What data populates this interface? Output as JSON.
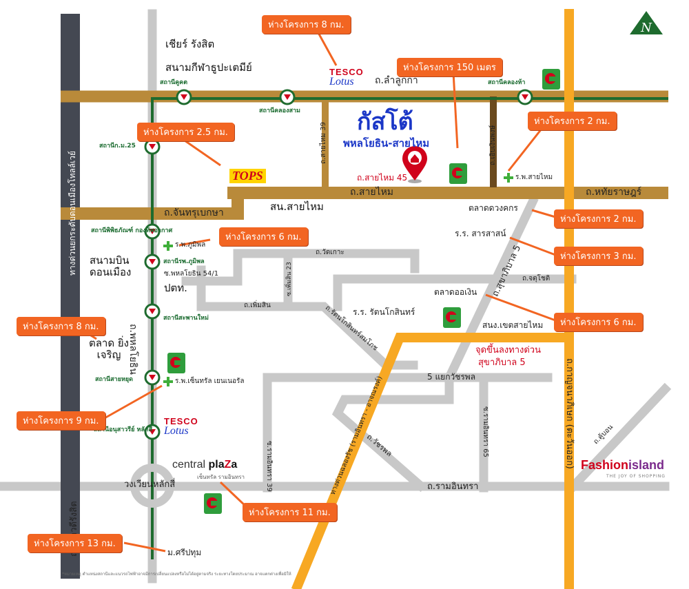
{
  "project": {
    "name": "กัสโต้",
    "subtitle": "พหลโยธิน-สายไหม",
    "pin_label": "ถ.สายไหม 45"
  },
  "colors": {
    "expressway": "#f7a823",
    "main_road": "#b98a3a",
    "minor_road": "#c8c8c8",
    "highway_dark": "#444852",
    "bts_line": "#1e6b2e",
    "callout": "#f26522",
    "project_blue": "#1b37c7",
    "pin_red": "#d0021b"
  },
  "compass": {
    "letter": "N"
  },
  "roads": {
    "lam_luk_ka": "ถ.ลำลูกกา",
    "sai_mai": "ถ.สายไหม",
    "hathai_rat": "ถ.หทัยราษฎร์",
    "chan_kasem": "ถ.จันทรุเบกษา",
    "sai_mai_39": "ถ.สายไหม 39",
    "or_ngern": "ถ.เอิบเงินพงษ์",
    "wat_ko": "ถ.วัดเกาะ",
    "phahon_54_1": "ซ.พหลโยธิน 54/1",
    "phaeng_sin_23": "ซ.เพิ่มสิน 23",
    "phaeng_sin": "ถ.เพิ่มสิน",
    "ratana_kosin": "ถ.รัตนโกสินทร์สมโภช",
    "chu_chot": "ถ.จตุโชติ",
    "sukhaphiban_5": "ถ.สุขาภิบาล 5",
    "watcharaphon": "ถ.วัชรพล",
    "ram_inthra": "ถ.รามอินทรา",
    "ram_inthra_39": "ซ.รามอินทรา 39",
    "ram_inthra_65": "ซ.รามอินทรา 65",
    "ku_bon": "ถ.คู้บอน",
    "phahon_yothin": "ถ.พหลโยธิน",
    "wiphawadi": "ถ.วิภาวดีรังสิต",
    "don_mueang_tollway": "ทางด่วนยกระดับดอนเมืองโทลล์เวย์",
    "kanchanaphisek": "ถ.กาญจนาภิเษก (ตะวันออก)",
    "expressway_name": "ทางด่วนฉลองรัช (รามอินทรา - อาจณรงค์)",
    "laksi_circle": "วงเวียนหลักสี่",
    "watcharaphon_junction": "5 แยกวัชรพล",
    "sukhaphiban_ramp_1": "จุดขึ้นลงทางด่วน",
    "sukhaphiban_ramp_2": "สุขาภิบาล 5"
  },
  "stations": [
    {
      "id": "khu-khot",
      "label": "สถานีคูคต"
    },
    {
      "id": "khlong-sam",
      "label": "สถานีคลองสาม"
    },
    {
      "id": "khlong-ha",
      "label": "สถานีคลองห้า"
    },
    {
      "id": "km25",
      "label": "สถานีก.ม.25"
    },
    {
      "id": "museum",
      "label": "สถานีพิพิธภัณฑ์ กองทัพอากาศ"
    },
    {
      "id": "bhumibol",
      "label": "สถานีรพ.ภูมิพล"
    },
    {
      "id": "saphan-mai",
      "label": "สถานีสะพานใหม่"
    },
    {
      "id": "sai-yud",
      "label": "สถานีสายหยุด"
    },
    {
      "id": "anusawari",
      "label": "สถานีอนุสาวรีย์ หลักสี่"
    }
  ],
  "places": {
    "cheer": "เชียร์ รังสิต",
    "thupatemi": "สนามกีฬาธูปะเตมีย์",
    "sai_mai_district": "สน.สายไหม",
    "dong_korn_market": "ตลาดดวงคกร",
    "sarasas": "ร.ร. สารสาสน์",
    "or_ngern_market": "ตลาดออเงิน",
    "ratana_kosin_school": "ร.ร. รัตนโกสินทร์",
    "sai_mai_district_office": "สนง.เขตสายไหม",
    "don_mueang_airport": "สนามบิน ดอนเมือง",
    "ptt": "ปตท.",
    "ying_charoen": "ตลาด ยิ่งเจริญ",
    "sripatum": "ม.ศรีปทุม",
    "bhumibol_hospital": "ร.พ.ภูมิพล",
    "sai_mai_hospital": "ร.พ.สายไหม",
    "central_hospital": "ร.พ.เซ็นทรัล เยนเนอรัล"
  },
  "brands": {
    "tesco_1": "TESCO",
    "tesco_2": "Lotus",
    "tops": "TOPS",
    "central_1": "central",
    "central_2a": "pla",
    "central_2b": "Z",
    "central_2c": "a",
    "central_sub": "เซ็นทรัล รามอินทรา",
    "fashion_1": "Fashion",
    "fashion_2": "island",
    "fashion_sub": "THE JOY OF SHOPPING"
  },
  "callouts": {
    "tesco_lamlukka": "ห่างโครงการ 8 กม.",
    "bigc_150": "ห่างโครงการ 150 เมตร",
    "bigc_2km": "ห่างโครงการ 2 กม.",
    "tops_25": "ห่างโครงการ 2.5 กม.",
    "bhumibol_6": "ห่างโครงการ 6 กม.",
    "dong_korn_2": "ห่างโครงการ 2 กม.",
    "sarasas_3": "ห่างโครงการ 3 กม.",
    "or_ngern_6": "ห่างโครงการ 6 กม.",
    "ying_charoen_8": "ห่างโครงการ 8 กม.",
    "sai_yud_9": "ห่างโครงการ 9 กม.",
    "central_11": "ห่างโครงการ 11 กม.",
    "sripatum_13": "ห่างโครงการ 13 กม."
  },
  "footnote": "*หมายเหตุ ตำแหน่งสถานีและแนวรถไฟฟ้าอาจมีการเปลี่ยนแปลงหรือไม่ได้อยู่ตามจริง ระยะทางโดยประมาณ อาจแตกต่างเพื่อมิให้"
}
